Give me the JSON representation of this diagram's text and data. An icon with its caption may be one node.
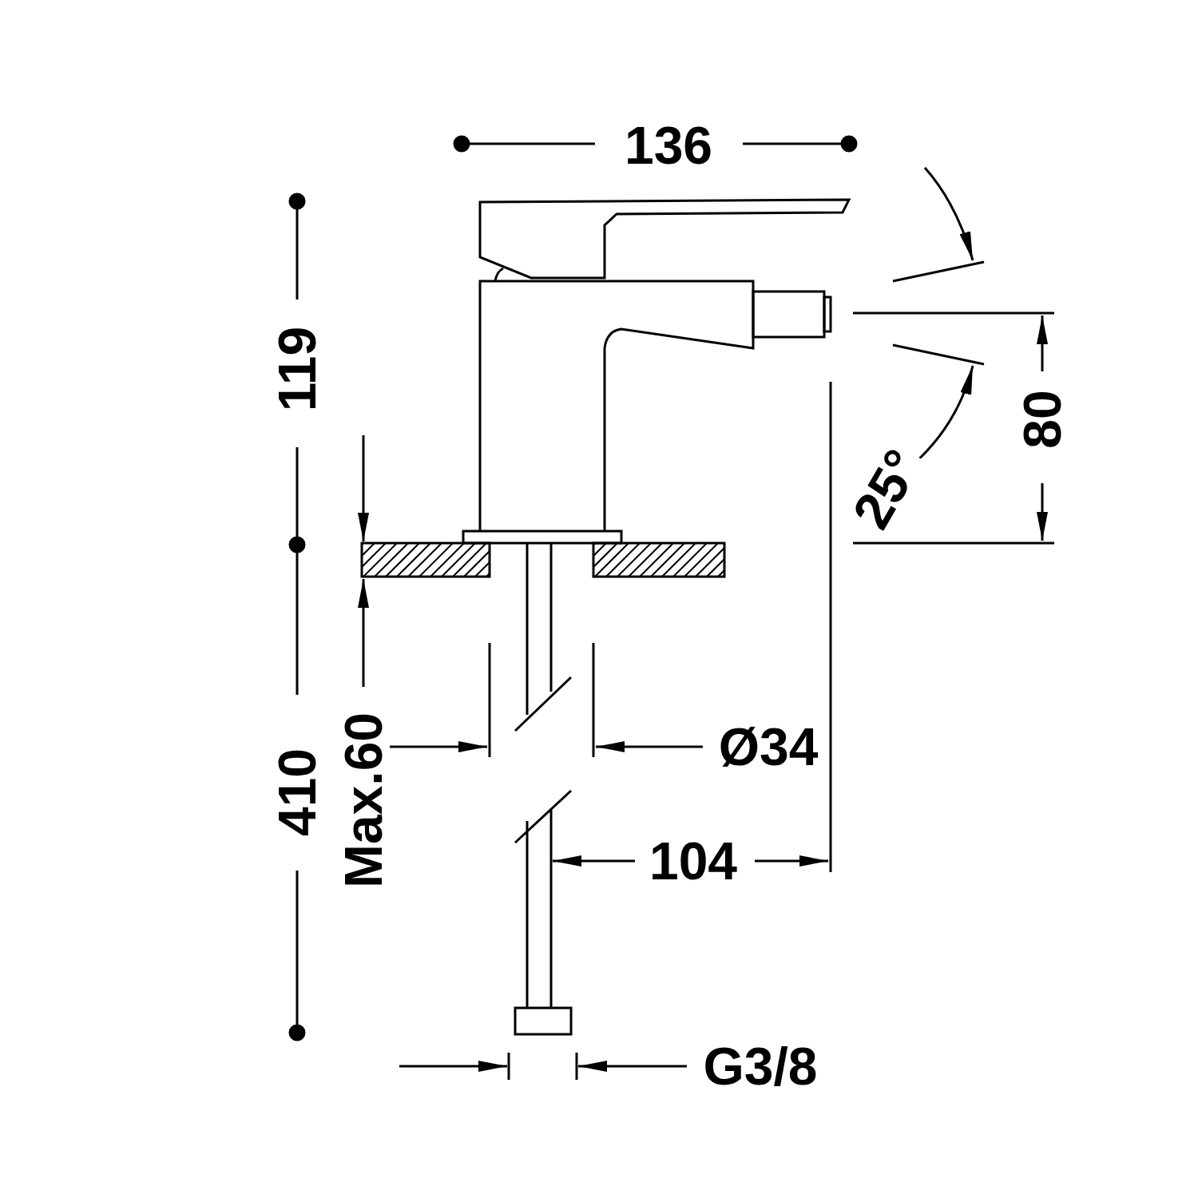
{
  "diagram": {
    "labels": [
      "136",
      "119",
      "410",
      "Max.60",
      "Ø34",
      "104",
      "80",
      "25°",
      "G3/8"
    ]
  }
}
